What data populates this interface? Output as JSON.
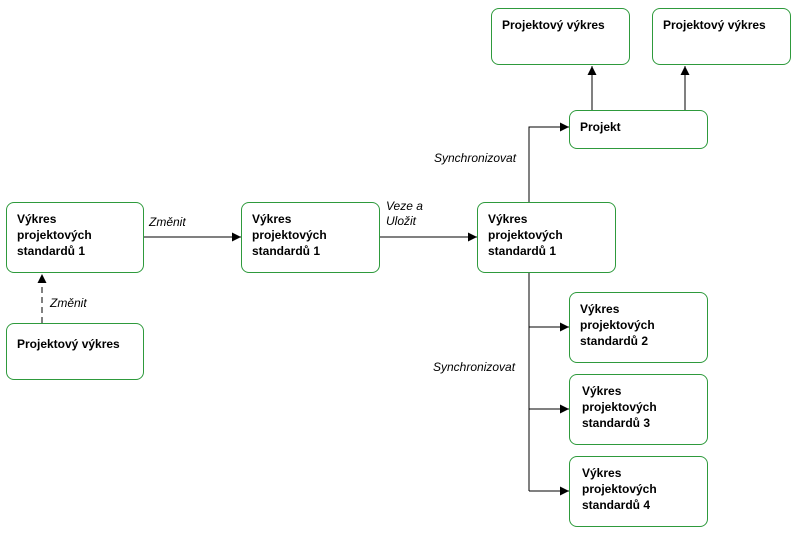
{
  "nodes": {
    "std1_source": "Výkres\nprojektových\nstandardů 1",
    "project_drawing_source": "Projektový výkres",
    "std1_changed": "Výkres\nprojektových\nstandardů 1",
    "std1_saved": "Výkres\nprojektových\nstandardů 1",
    "project": "Projekt",
    "project_drawing_a": "Projektový výkres",
    "project_drawing_b": "Projektový výkres",
    "std2": "Výkres\nprojektových\nstandardů 2",
    "std3": "Výkres\nprojektových\nstandardů 3",
    "std4": "Výkres\nprojektových\nstandardů 4"
  },
  "edge_labels": {
    "change_up": "Změnit",
    "change_right": "Změnit",
    "transfer_save": "Veze a\nUložit",
    "sync_up": "Synchronizovat",
    "sync_down": "Synchronizovat"
  },
  "colors": {
    "node_border": "#2e9a3c",
    "line": "#000000"
  }
}
